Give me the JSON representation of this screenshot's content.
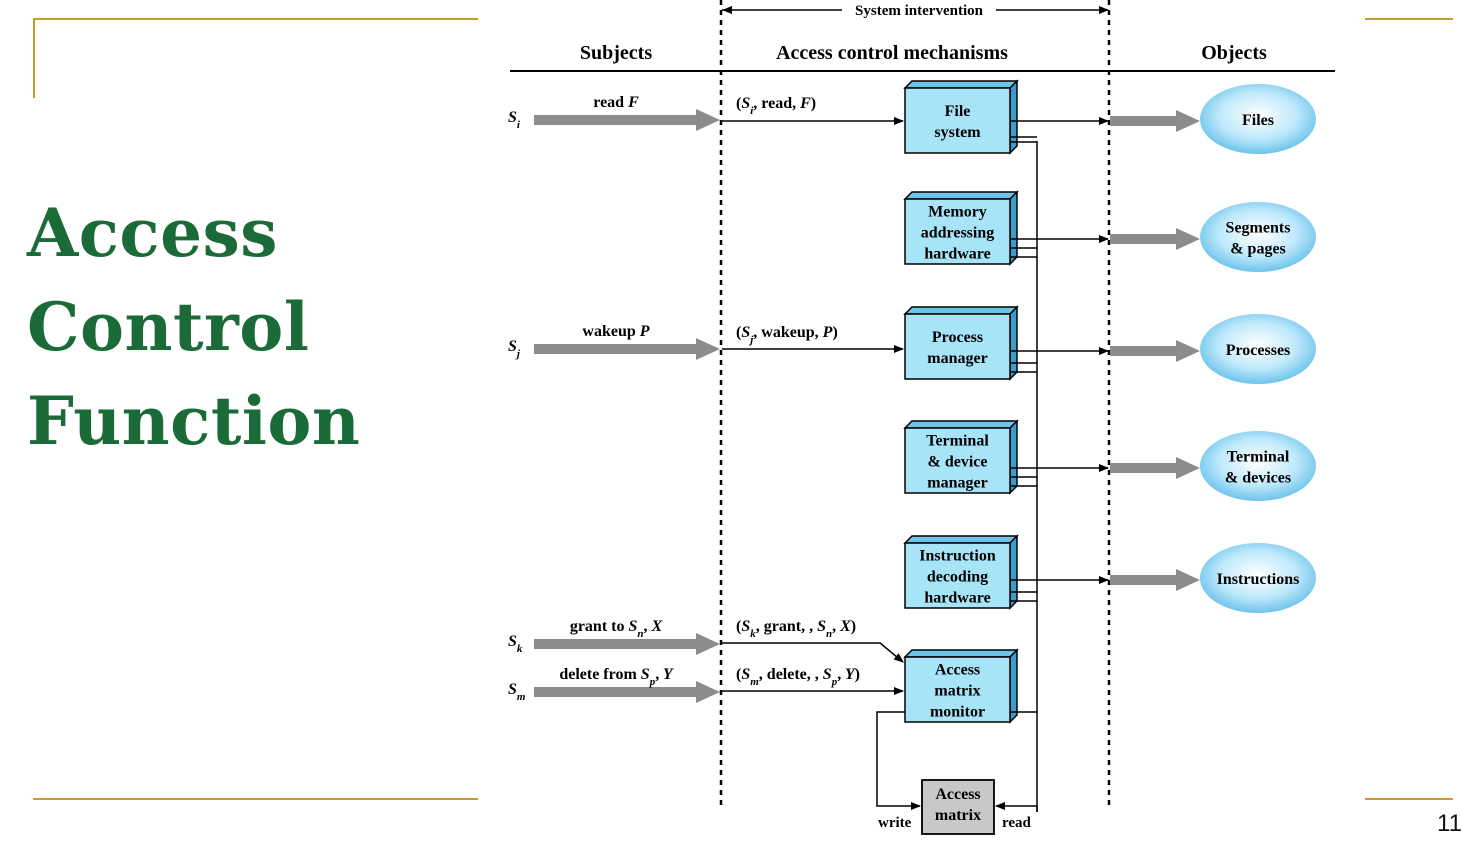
{
  "slide": {
    "title_lines": [
      "Access",
      "Control",
      "Function"
    ],
    "page_number": "11",
    "accent_color": "#c89b2a",
    "title_color": "#1a6b38"
  },
  "diagram": {
    "system_intervention": "System intervention",
    "columns": {
      "subjects": "Subjects",
      "mechanisms": "Access control mechanisms",
      "objects": "Objects"
    },
    "subjects": [
      {
        "name": "S",
        "sub": "i",
        "action": "read ",
        "action_it": "F"
      },
      {
        "name": "S",
        "sub": "j",
        "action": "wakeup ",
        "action_it": "P"
      },
      {
        "name": "S",
        "sub": "k",
        "action": "grant   to ",
        "action_it": "S",
        "action_sub": "n",
        "action_tail": ", X"
      },
      {
        "name": "S",
        "sub": "m",
        "action": "delete   from ",
        "action_it": "S",
        "action_sub": "p",
        "action_tail": ", Y"
      }
    ],
    "requests": [
      {
        "open": "(",
        "s": "S",
        "sub": "i",
        "mid": ", read, ",
        "obj": "F",
        "close": ")"
      },
      {
        "open": "(",
        "s": "S",
        "sub": "j",
        "mid": ", wakeup, ",
        "obj": "P",
        "close": ")"
      },
      {
        "open": "(",
        "s": "S",
        "sub": "k",
        "mid": ", grant,   , ",
        "obj": "S",
        "obj_sub": "n",
        "tail": ", X",
        "close": ")"
      },
      {
        "open": "(",
        "s": "S",
        "sub": "m",
        "mid": ", delete,   , ",
        "obj": "S",
        "obj_sub": "p",
        "tail": ", Y",
        "close": ")"
      }
    ],
    "mechanisms": [
      [
        "File",
        "system"
      ],
      [
        "Memory",
        "addressing",
        "hardware"
      ],
      [
        "Process",
        "manager"
      ],
      [
        "Terminal",
        "& device",
        "manager"
      ],
      [
        "Instruction",
        "decoding",
        "hardware"
      ],
      [
        "Access",
        "matrix",
        "monitor"
      ]
    ],
    "objects": [
      [
        "Files"
      ],
      [
        "Segments",
        "& pages"
      ],
      [
        "Processes"
      ],
      [
        "Terminal",
        "& devices"
      ],
      [
        "Instructions"
      ]
    ],
    "access_matrix": [
      "Access",
      "matrix"
    ],
    "write_label": "write",
    "read_label": "read",
    "colors": {
      "mechanism_fill": "#a8e4f8",
      "object_fill": "#7fd1f5",
      "matrix_fill": "#c8c8c8",
      "thick_arrow": "#8c8c8c"
    }
  }
}
